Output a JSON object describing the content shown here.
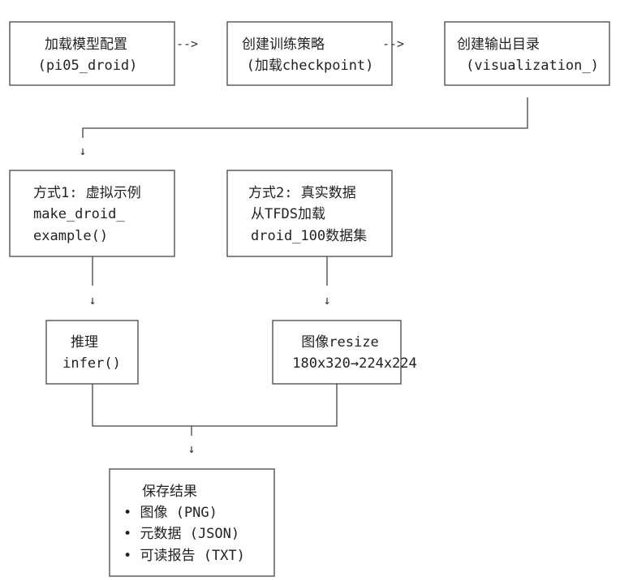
{
  "nodes": {
    "load_config": {
      "lines": [
        "加载模型配置",
        "(pi05_droid)"
      ]
    },
    "create_policy": {
      "lines": [
        "创建训练策略",
        "(加载checkpoint)"
      ]
    },
    "create_output_dir": {
      "lines": [
        "创建输出目录",
        "(visualization_)"
      ]
    },
    "method1": {
      "lines": [
        "方式1: 虚拟示例",
        "make_droid_",
        "example()"
      ]
    },
    "method2": {
      "lines": [
        "方式2: 真实数据",
        "从TFDS加载",
        "droid_100数据集"
      ]
    },
    "infer": {
      "lines": [
        "推理",
        "infer()"
      ]
    },
    "resize": {
      "lines": [
        "图像resize",
        "180x320→224x224"
      ]
    },
    "save": {
      "lines": [
        "保存结果",
        "• 图像 (PNG)",
        "• 元数据 (JSON)",
        "• 可读报告 (TXT)"
      ]
    }
  },
  "arrows": {
    "dashed_arrow": "-->",
    "down_arrow": "↓"
  }
}
